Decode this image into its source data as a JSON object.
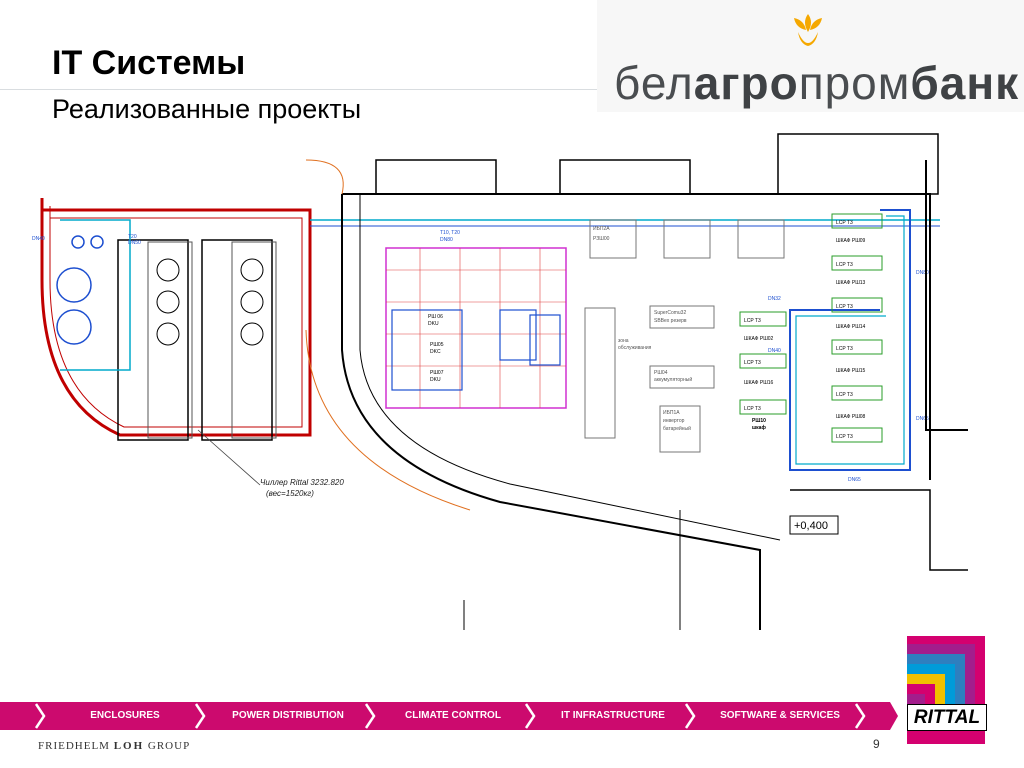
{
  "header": {
    "title": "IT Системы",
    "subtitle": "Реализованные проекты"
  },
  "logo": {
    "text_light_1": "бел",
    "text_bold_1": "агро",
    "text_light_2": "пром",
    "text_bold_2": "банк",
    "mark_icon": "wheat-sun-icon",
    "mark_color": "#f5a800"
  },
  "drawing": {
    "chiller_label": "Чиллер Rittal 3232.820",
    "chiller_weight": "(вес=1520кг)",
    "level_mark": "+0,400",
    "labels": {
      "t10_t20_dn80": "T10, T20",
      "dn80": "DN80",
      "dn65": "DN65",
      "dn40": "DN40",
      "dn32": "DN32",
      "dn50": "DN50",
      "dn40_left": "DN40",
      "t20": "T20",
      "t2": "T2",
      "t20b": "T20",
      "lcp_t3": "LCP T3",
      "shkaf_rsh09": "ШКАФ РШ09",
      "shkaf_rsh13": "ШКАФ РШ13",
      "shkaf_rsh14": "ШКАФ РШ14",
      "shkaf_rsh15": "ШКАФ РШ15",
      "shkaf_rsh02": "ШКАФ РШ02",
      "shkaf_rsh16": "ШКАФ РШ16",
      "shkaf_rsh08": "ШКАФ РШ08",
      "rsh10": "РШ10",
      "shkaf": "шкаф",
      "supercomu": "SuperComu32",
      "supercomu_reserve": "SBBex резерв",
      "zona_obsl": "зона",
      "zona_obsl2": "обслуживания",
      "rsh04": "РШ04",
      "akkum": "аккумуляторный",
      "rsh06": "РШ 06",
      "dku": "DKU",
      "rsh05": "РШ05",
      "dkc": "DKC",
      "rsh07": "РШ07",
      "dku2": "DKU",
      "ibp1a": "ИБП1А",
      "ibp2a": "ИБП2А",
      "invertor": "инвертор",
      "batareinyi": "батарейный",
      "rzsh": "РЗШ00"
    }
  },
  "nav": {
    "items": [
      {
        "label": "ENCLOSURES"
      },
      {
        "label": "POWER DISTRIBUTION"
      },
      {
        "label": "CLIMATE CONTROL"
      },
      {
        "label": "IT INFRASTRUCTURE"
      },
      {
        "label": "SOFTWARE & SERVICES"
      }
    ],
    "color": "#cc0a6e"
  },
  "footer": {
    "group_left": "FRIEDHELM",
    "group_name": "LOH",
    "group_right": "GROUP",
    "page_number": "9"
  },
  "rittal": {
    "word": "RITTAL",
    "colors": [
      "#d4006f",
      "#a31d8c",
      "#2e7fbf",
      "#f0c000",
      "#009bd9"
    ]
  }
}
